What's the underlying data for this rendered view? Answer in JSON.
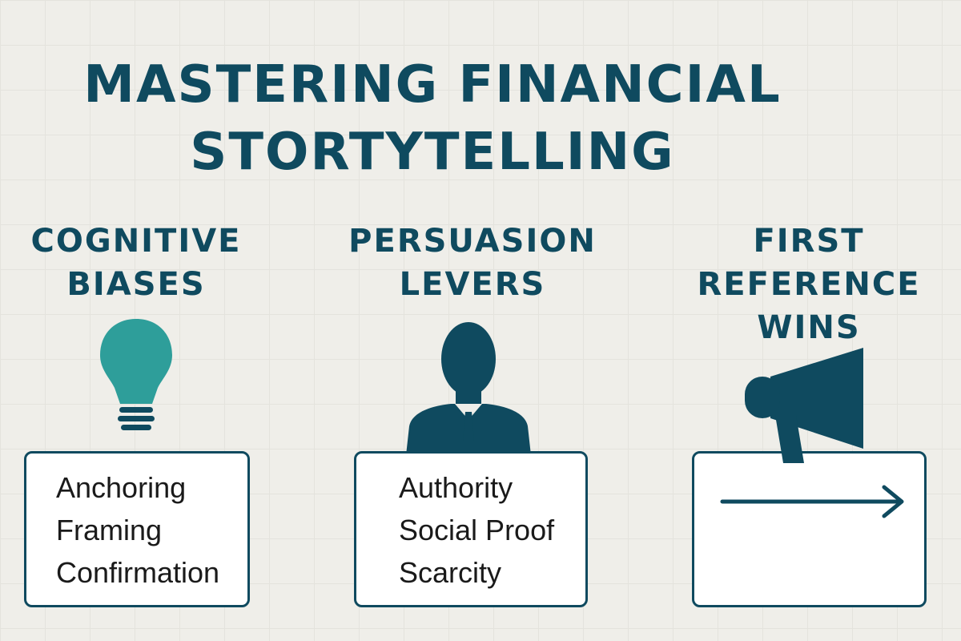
{
  "title": {
    "line1": "MASTERING FINANCIAL",
    "line2": "STORTYTELLING"
  },
  "columns": [
    {
      "heading": [
        "COGNITIVE",
        "BIASES"
      ],
      "icon": "lightbulb-icon",
      "items": [
        "Anchoring",
        "Framing",
        "Confirmation"
      ]
    },
    {
      "heading": [
        "PERSUASION",
        "LEVERS"
      ],
      "icon": "person-icon",
      "items": [
        "Authority",
        "Social Proof",
        "Scarcity"
      ]
    },
    {
      "heading": [
        "FIRST",
        "REFERENCE",
        "WINS"
      ],
      "icon": "megaphone-icon",
      "items": [],
      "box_icon": "arrow-right-icon"
    }
  ],
  "colors": {
    "primary": "#0f4a5f",
    "accent": "#2e9e9a",
    "background": "#efeee9",
    "box_fill": "#ffffff"
  }
}
